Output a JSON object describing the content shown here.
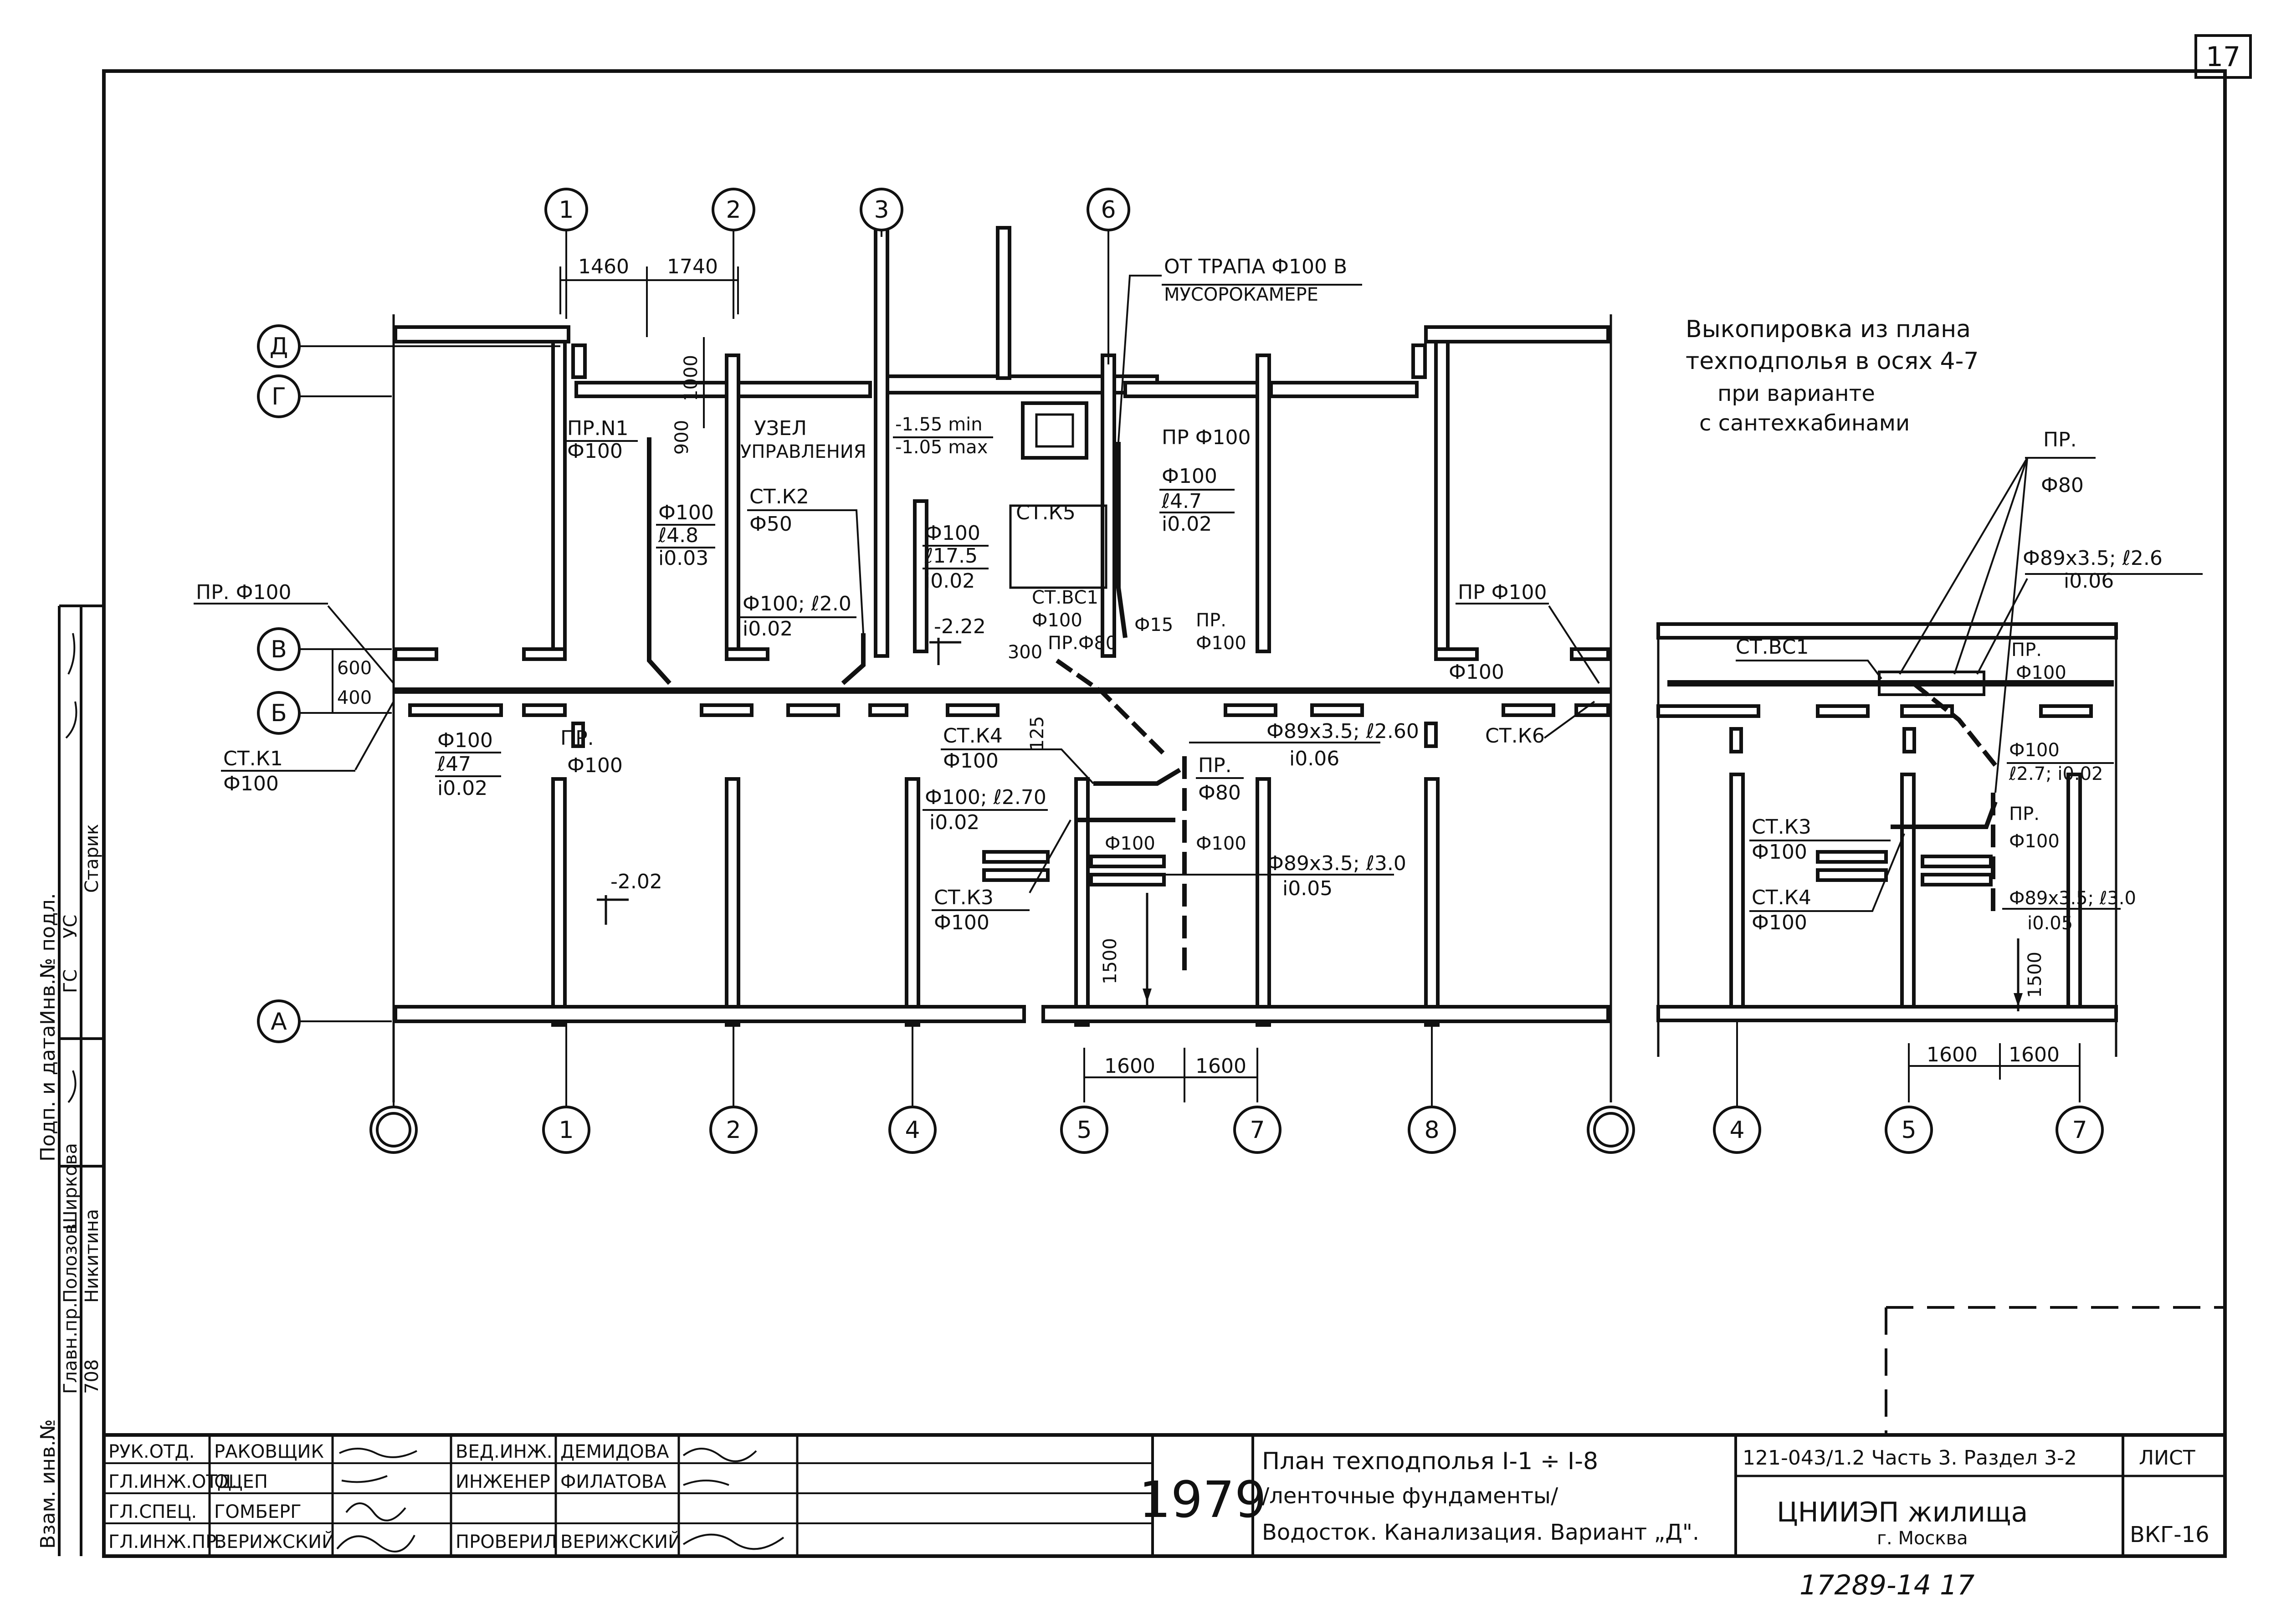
{
  "sheet_number": "17",
  "bottom_note": "17289-14 17",
  "inset_title": [
    "Выкопировка из плана",
    "техподполья в осях 4-7",
    "при варианте",
    "с сантехкабинами"
  ],
  "grid_top": [
    "1",
    "2",
    "3",
    "6"
  ],
  "grid_bottom": [
    "",
    "1",
    "2",
    "4",
    "5",
    "7",
    "8",
    ""
  ],
  "grid_left": [
    "Д",
    "Г",
    "В",
    "Б",
    "А"
  ],
  "inset_axes": [
    "4",
    "5",
    "7"
  ],
  "dims": {
    "d1460": "1460",
    "d1740": "1740",
    "d1000": "1000",
    "d900": "900",
    "d600": "600",
    "d400": "400",
    "d1600a": "1600",
    "d1600b": "1600",
    "d1500": "1500",
    "d300": "300",
    "d125": "125",
    "i1600a": "1600",
    "i1600b": "1600",
    "i1500": "1500"
  },
  "labels": {
    "from_trap_1": "ОТ ТРАПА Ф100 В",
    "from_trap_2": "МУСОРОКАМЕРЕ",
    "node_1": "УЗЕЛ",
    "node_2": "УПРАВЛЕНИЯ",
    "elev_a": "-1.55 min",
    "elev_b": "-1.05 max",
    "pr_n1": "ПР.N1",
    "f100_a": "Ф100",
    "pr_f100_top": "ПР Ф100",
    "f100_b": "Ф100",
    "l47_a": "ℓ4.7",
    "i002_a": "i0.02",
    "f100_c": "Ф100",
    "l48": "ℓ4.8",
    "i003": "i0.03",
    "stk2": "СТ.К2",
    "f50": "Ф50",
    "f100_d": "Ф100",
    "l175": "ℓ17.5",
    "i002_b": "i0.02",
    "stk5": "СТ.К5",
    "f100_l20": "Ф100; ℓ2.0",
    "i002_c": "i0.02",
    "elev_222": "-2.22",
    "stvc1": "СТ.ВС1",
    "f100_e": "Ф100",
    "pr_f80": "ПР.Ф80",
    "f15": "Ф15",
    "pr_a": "ПР.",
    "f100_f": "Ф100",
    "pr_f100_left": "ПР. Ф100",
    "pr_f100_right": "ПР Ф100",
    "f100_g": "Ф100",
    "stk1": "СТ.К1",
    "f100_h": "Ф100",
    "f100_i": "Ф100",
    "l47_b": "ℓ47",
    "i002_d": "i0.02",
    "pr_b": "ПР.",
    "f100_j": "Ф100",
    "stk4": "СТ.К4",
    "f100_k": "Ф100",
    "f100_l27": "Ф100; ℓ2.70",
    "i002_e": "i0.02",
    "stk3": "СТ.К3",
    "f100_l": "Ф100",
    "pr_c": "ПР.",
    "f80": "Ф80",
    "f100_m": "Ф100",
    "f100_n": "Ф100",
    "f89_26": "Ф89х3.5; ℓ2.60",
    "i006": "i0.06",
    "f89_30": "Ф89х3.5; ℓ3.0",
    "i005": "i0.05",
    "stk6": "СТ.К6",
    "elev_202": "-2.02"
  },
  "inset_labels": {
    "pr_top": "ПР.",
    "f80": "Ф80",
    "f89_26": "Ф89х3.5; ℓ2.6",
    "i006": "i0.06",
    "stvc1": "СТ.ВС1",
    "pr_a": "ПР.",
    "f100_a": "Ф100",
    "f100_b": "Ф100",
    "l27": "ℓ2.7; i0.02",
    "pr_b": "ПР.",
    "f100_c": "Ф100",
    "stk3": "СТ.К3",
    "f100_d": "Ф100",
    "stk4": "СТ.К4",
    "f100_e": "Ф100",
    "f89_30": "Ф89х3.5; ℓ3.0",
    "i005": "i0.05"
  },
  "left_strip": [
    "Инв.№ подл.",
    "Подп. и дата",
    "Взам. инв.№",
    "Главн.пр.",
    "Полозов",
    "Никитина",
    "Ширкова",
    "ГС",
    "УС",
    "Старик",
    "708"
  ],
  "title_block": {
    "roles": [
      "РУК.ОТД.",
      "ГЛ.ИНЖ.ОТД.",
      "ГЛ.СПЕЦ.",
      "ГЛ.ИНЖ.ПР."
    ],
    "names": [
      "РАКОВЩИК",
      "ОЦЕП",
      "ГОМБЕРГ",
      "ВЕРИЖСКИЙ"
    ],
    "roles2": [
      "ВЕД.ИНЖ.",
      "ИНЖЕНЕР",
      "",
      "ПРОВЕРИЛ"
    ],
    "names2": [
      "ДЕМИДОВА",
      "ФИЛАТОВА",
      "",
      "ВЕРИЖСКИЙ"
    ],
    "year": "1979",
    "title_lines": [
      "План техподполья I-1 ÷ I-8",
      "/ленточные фундаменты/",
      "Водосток. Канализация. Вариант „Д\"."
    ],
    "project": "121-043/1.2 Часть 3. Раздел 3-2",
    "org": "ЦНИИЭП жилища",
    "city": "г. Москва",
    "sheet_label": "ЛИСТ",
    "sheet_code": "ВКГ-16"
  }
}
